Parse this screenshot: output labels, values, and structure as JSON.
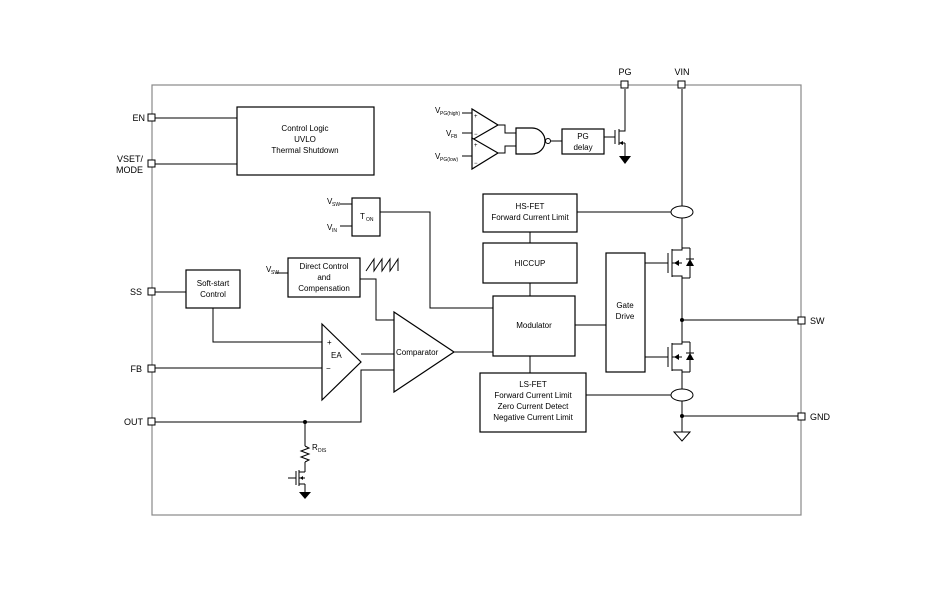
{
  "pins": {
    "en": "EN",
    "vset": "VSET/",
    "mode": "MODE",
    "ss": "SS",
    "fb": "FB",
    "out": "OUT",
    "pg": "PG",
    "vin": "VIN",
    "sw": "SW",
    "gnd": "GND"
  },
  "blocks": {
    "control_logic": [
      "Control Logic",
      "UVLO",
      "Thermal Shutdown"
    ],
    "softstart": [
      "Soft-start",
      "Control"
    ],
    "direct_control": [
      "Direct Control",
      "and",
      "Compensation"
    ],
    "ton": "T",
    "ton_sub": "ON",
    "hs_fet": [
      "HS-FET",
      "Forward Current Limit"
    ],
    "hiccup": "HICCUP",
    "modulator": "Modulator",
    "gate_drive": [
      "Gate",
      "Drive"
    ],
    "ls_fet": [
      "LS-FET",
      "Forward Current Limit",
      "Zero Current Detect",
      "Negative Current Limit"
    ],
    "pg_delay": [
      "PG",
      "delay"
    ],
    "ea": "EA",
    "comparator": "Comparator"
  },
  "labels": {
    "v": "V",
    "vsw_sub": "SW",
    "vin_sub": "IN",
    "vpg_high_sub": "PG(high)",
    "vpg_low_sub": "PG(low)",
    "vfb_sub": "FB",
    "r": "R",
    "rdis_sub": "DIS",
    "plus": "+",
    "minus": "−"
  }
}
